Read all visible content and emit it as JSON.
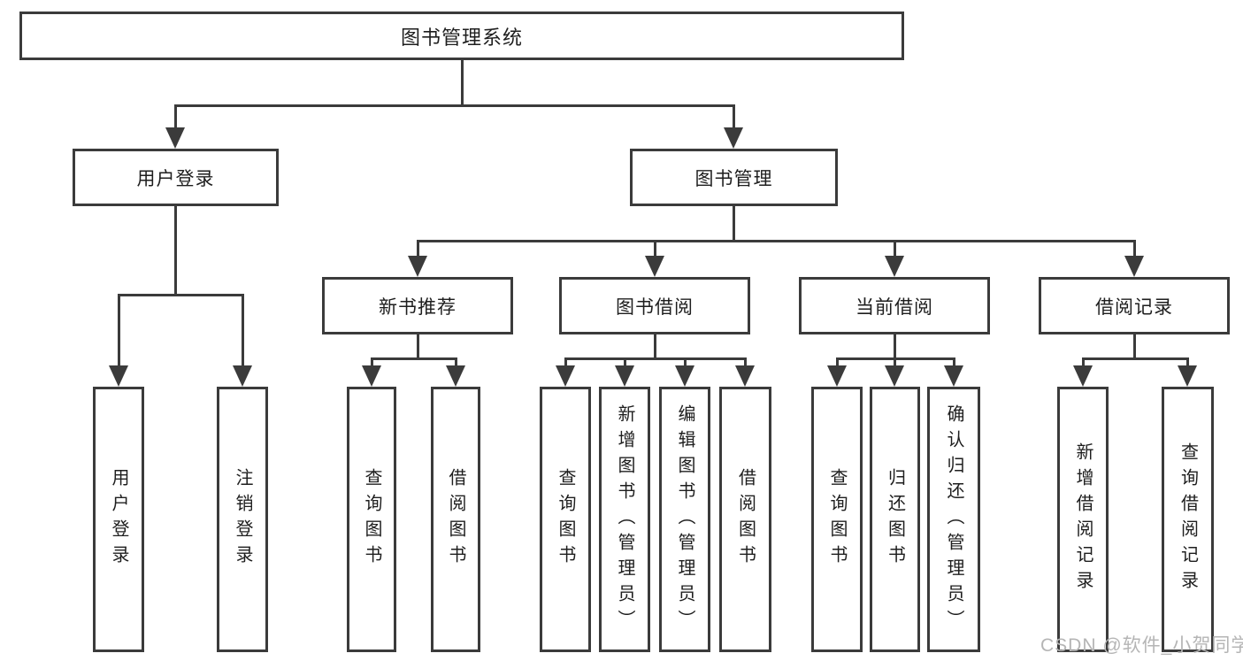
{
  "diagram_title": "图书管理系统",
  "colors": {
    "line": "#3b3b3b",
    "box_border": "#3b3b3b",
    "text": "#1e1e1e",
    "background": "#ffffff",
    "watermark": "#b5b5b5"
  },
  "nodes": {
    "root": "图书管理系统",
    "user_login": "用户登录",
    "book_mgmt": "图书管理",
    "new_books": "新书推荐",
    "book_borrow": "图书借阅",
    "current_borrow": "当前借阅",
    "borrow_records": "借阅记录",
    "login": "用户登录",
    "logout": "注销登录",
    "nb_query": "查询图书",
    "nb_borrow": "借阅图书",
    "bb_query": "查询图书",
    "bb_add": "新增图书（管理员）",
    "bb_edit": "编辑图书（管理员）",
    "bb_borrow": "借阅图书",
    "cb_query": "查询图书",
    "cb_return": "归还图书",
    "cb_confirm": "确认归还（管理员）",
    "br_add": "新增借阅记录",
    "br_query": "查询借阅记录"
  },
  "hierarchy": {
    "图书管理系统": {
      "用户登录": [
        "用户登录",
        "注销登录"
      ],
      "图书管理": {
        "新书推荐": [
          "查询图书",
          "借阅图书"
        ],
        "图书借阅": [
          "查询图书",
          "新增图书（管理员）",
          "编辑图书（管理员）",
          "借阅图书"
        ],
        "当前借阅": [
          "查询图书",
          "归还图书",
          "确认归还（管理员）"
        ],
        "借阅记录": [
          "新增借阅记录",
          "查询借阅记录"
        ]
      }
    }
  },
  "watermark": "CSDN @软件_小贺同学"
}
